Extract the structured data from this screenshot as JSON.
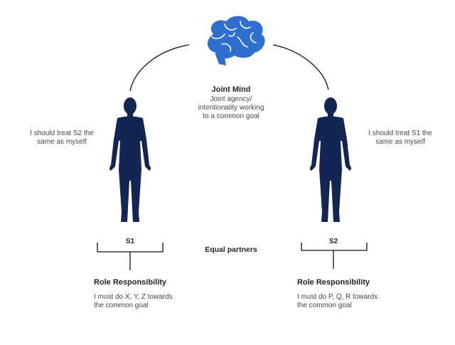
{
  "center": {
    "title": "Joint Mind",
    "description_lines": [
      "Joint agency/",
      "intentionality working",
      "to a common goal"
    ],
    "equal_label": "Equal partners"
  },
  "s1": {
    "label": "S1",
    "thought_lines": [
      "I should treat S2 the",
      "same as myself"
    ],
    "role_title": "Role Responsibility",
    "role_lines": [
      "I must do X, Y, Z towards",
      "the common goal"
    ]
  },
  "s2": {
    "label": "S2",
    "thought_lines": [
      "I should treat S1 the",
      "same as myself"
    ],
    "role_title": "Role Responsibility",
    "role_lines": [
      "I must do P, Q, R towards",
      "the common goal"
    ]
  },
  "colors": {
    "figure": "#132552",
    "brain": "#2f6fd0",
    "line": "#111111"
  },
  "icons": {
    "brain": "brain-icon",
    "person": "person-silhouette"
  }
}
